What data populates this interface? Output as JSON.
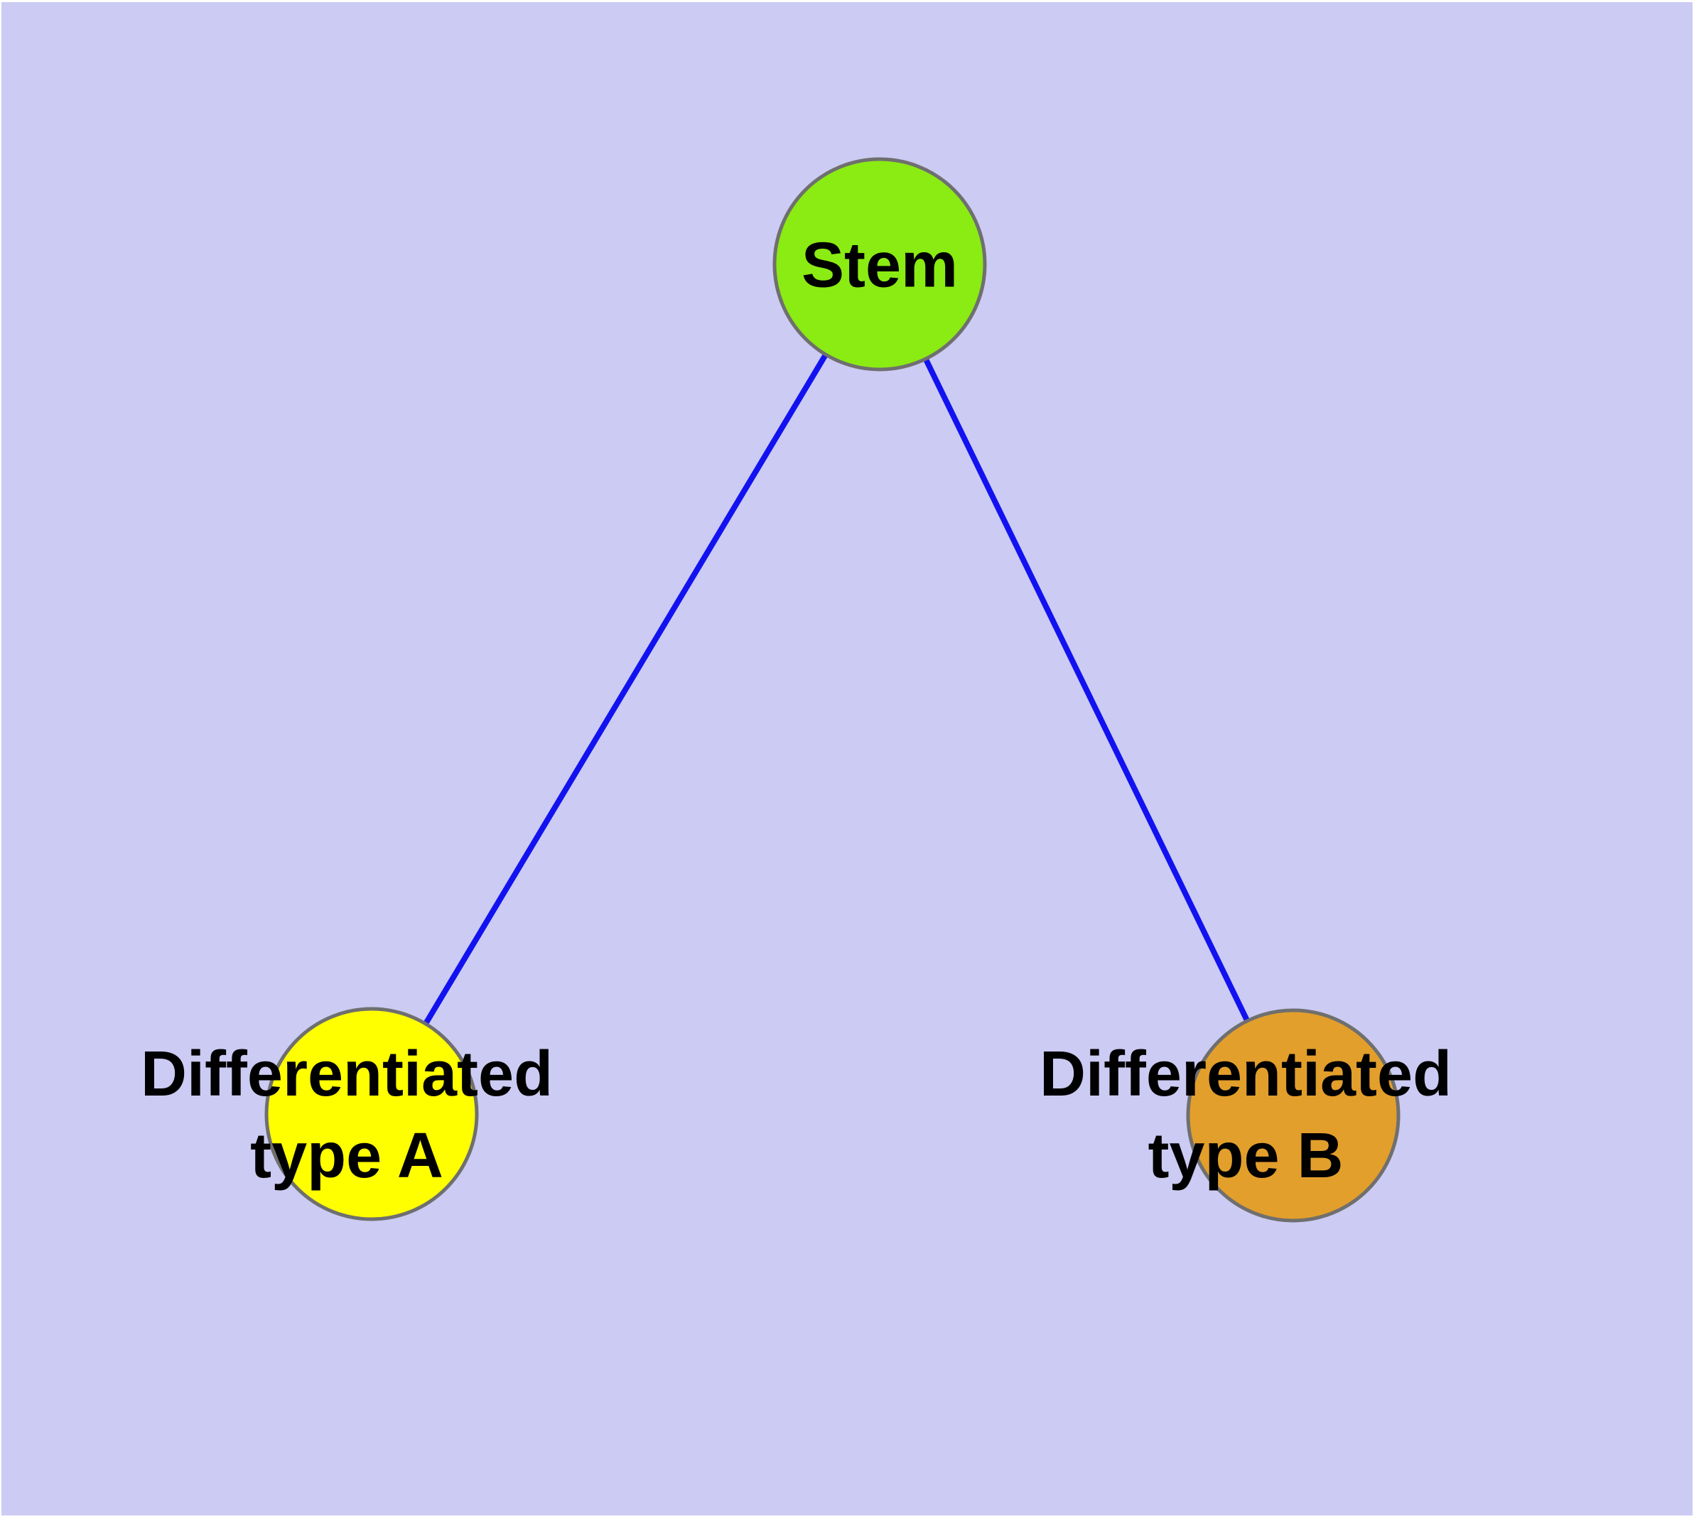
{
  "canvas": {
    "margin_color": "#ffffff",
    "background_color": "#cbcbf3"
  },
  "style": {
    "edge_color": "#1212f0",
    "node_border_color": "#6f6f6f",
    "label_color": "#000000",
    "node_fill_stem": "#8aec12",
    "node_fill_type_a": "#ffff00",
    "node_fill_type_b": "#e39f2b"
  },
  "nodes": [
    {
      "id": "stem",
      "label": "Stem",
      "fill": "#8aec12"
    },
    {
      "id": "differentiated-type-a",
      "label": "Differentiated\ntype A",
      "fill": "#ffff00"
    },
    {
      "id": "differentiated-type-b",
      "label": "Differentiated\ntype B",
      "fill": "#e39f2b"
    }
  ],
  "edges": [
    {
      "from": "stem",
      "to": "differentiated-type-a"
    },
    {
      "from": "stem",
      "to": "differentiated-type-b"
    }
  ]
}
